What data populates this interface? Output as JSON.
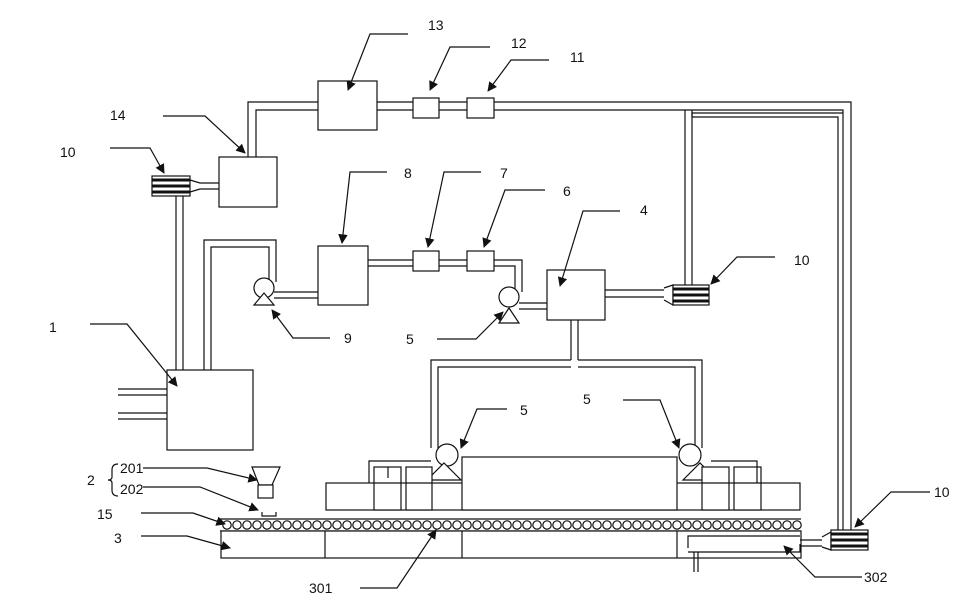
{
  "labels": {
    "n1": "1",
    "n2": "2",
    "n201": "201",
    "n202": "202",
    "n3": "3",
    "n301": "301",
    "n302": "302",
    "n4": "4",
    "n5a": "5",
    "n5b": "5",
    "n5c": "5",
    "n6": "6",
    "n7": "7",
    "n8": "8",
    "n9": "9",
    "n10a": "10",
    "n10b": "10",
    "n10c": "10",
    "n11": "11",
    "n12": "12",
    "n13": "13",
    "n14": "14",
    "n15": "15"
  },
  "roller_count": 58
}
